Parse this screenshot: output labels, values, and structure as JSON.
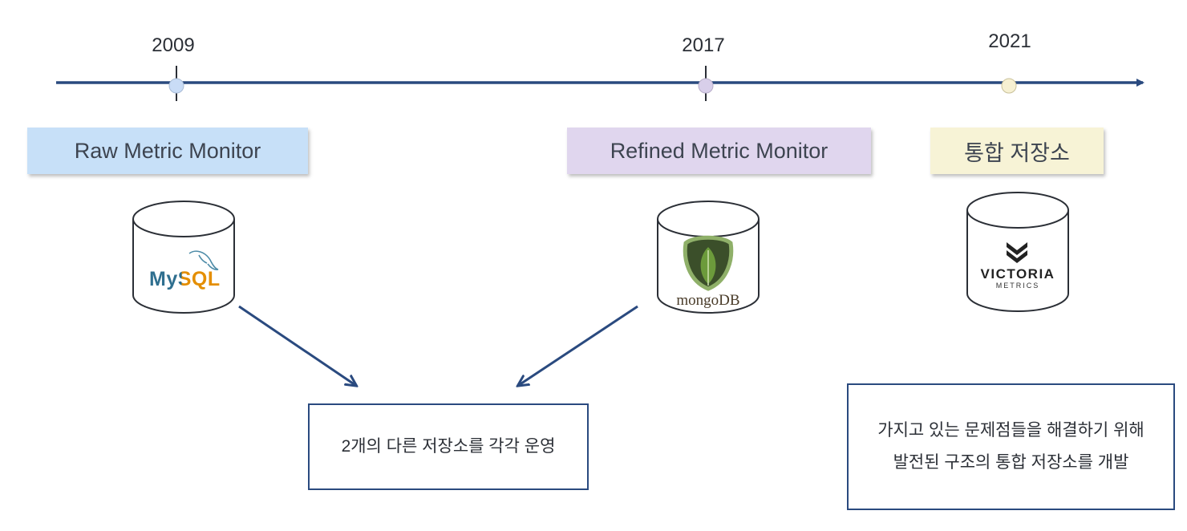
{
  "timeline": {
    "years": [
      "2009",
      "2017",
      "2021"
    ],
    "line_color": "#2a4a7f",
    "dot_colors": [
      "#c9dcf6",
      "#d8cfea",
      "#f6f0d2"
    ]
  },
  "stages": [
    {
      "label": "Raw Metric Monitor",
      "color": "#c7e0f8",
      "db_name": "MySQL",
      "db_logo_text": "MySQL"
    },
    {
      "label": "Refined Metric Monitor",
      "color": "#e0d6ee",
      "db_name": "mongoDB",
      "db_logo_text": "mongoDB"
    },
    {
      "label": "통합 저장소",
      "color": "#f7f3d6",
      "db_name": "Victoria Metrics",
      "db_logo_line1": "VICTORIA",
      "db_logo_line2": "METRICS"
    }
  ],
  "notes": {
    "separate": "2개의 다른 저장소를 각각 운영",
    "integrated_line1": "가지고 있는 문제점들을 해결하기 위해",
    "integrated_line2": "발전된 구조의 통합 저장소를 개발"
  }
}
